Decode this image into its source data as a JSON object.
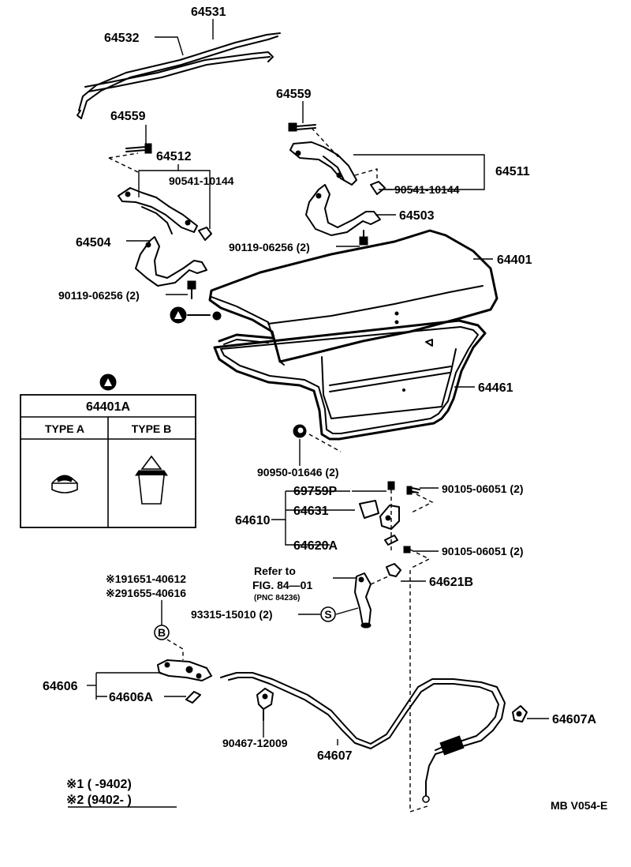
{
  "labels": {
    "p64531": "64531",
    "p64532": "64532",
    "p64559_left": "64559",
    "p64559_right": "64559",
    "p64512": "64512",
    "p90541_left": "90541-10144",
    "p64511": "64511",
    "p90541_right": "90541-10144",
    "p64503": "64503",
    "p64504": "64504",
    "p90119_right": "90119-06256 (2)",
    "p64401": "64401",
    "p90119_left": "90119-06256 (2)",
    "p64461": "64461",
    "p90950": "90950-01646 (2)",
    "p69759P": "69759P",
    "p90105_top": "90105-06051  (2)",
    "p64631": "64631",
    "p64610": "64610",
    "p64620A": "64620A",
    "p90105_bot": "90105-06051  (2)",
    "refer_line1": "Refer to",
    "refer_line2": "FIG. 84—01",
    "refer_pnc": "(PNC 84236)",
    "p64621B": "64621B",
    "p93315": "93315-15010 (2)",
    "p191651": "※191651-40612",
    "p291655": "※291655-40616",
    "p64606": "64606",
    "p64606A": "64606A",
    "p64607A": "64607A",
    "p90467": "90467-12009",
    "p64607": "64607",
    "note1": "※1 (        -9402)",
    "note2": "※2 (9402-           )",
    "diagram_code": "MB V054-E"
  },
  "markers": {
    "triangle": "▲",
    "b_marker": "B",
    "s_marker": "S"
  },
  "table": {
    "title": "64401A",
    "col_a": "TYPE A",
    "col_b": "TYPE B"
  }
}
